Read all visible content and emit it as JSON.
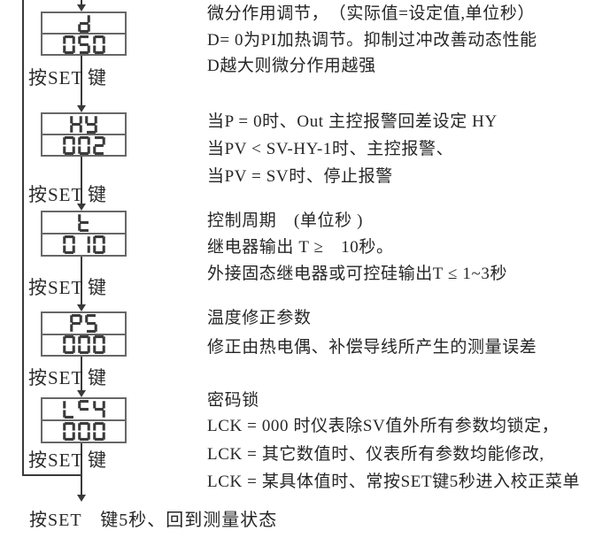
{
  "colors": {
    "ink": "#262626",
    "line": "#3a3a3a",
    "box_border": "#676767",
    "segment": "#3b3b3b",
    "background": "#ffffff"
  },
  "flow": {
    "press_set": "按SET",
    "key": "键",
    "bottom_note": "按SET　键5秒、回到测量状态",
    "steps": [
      {
        "name": "d",
        "value": "050"
      },
      {
        "name": "HY",
        "value": "002"
      },
      {
        "name": "t",
        "value": "010"
      },
      {
        "name": "PS",
        "value": "000"
      },
      {
        "name": "LCK",
        "value": "000"
      }
    ]
  },
  "notes": {
    "d": {
      "lines": [
        "微分作用调节，　（实际值=设定值,单位秒）",
        "D= 0为PI加热调节。抑制过冲改善动态性能",
        "D越大则微分作用越强"
      ]
    },
    "hy": {
      "lines": [
        "当P = 0时、Out 主控报警回差设定 HY",
        "当PV < SV-HY-1时、主控报警、",
        "当PV = SV时、停止报警"
      ]
    },
    "t": {
      "lines": [
        "控制周期　(单位秒 )",
        "继电器输出 T ≥　10秒。",
        "外接固态继电器或可控硅输出T ≤ 1~3秒"
      ]
    },
    "ps": {
      "lines": [
        "温度修正参数",
        "修正由热电偶、补偿导线所产生的测量误差"
      ]
    },
    "lck": {
      "lines": [
        "密码锁",
        "LCK = 000 时仪表除SV值外所有参数均锁定，",
        "LCK = 其它数值时、仪表所有参数均能修改,",
        "LCK = 某具体值时、常按SET键5秒进入校正菜单"
      ]
    }
  }
}
